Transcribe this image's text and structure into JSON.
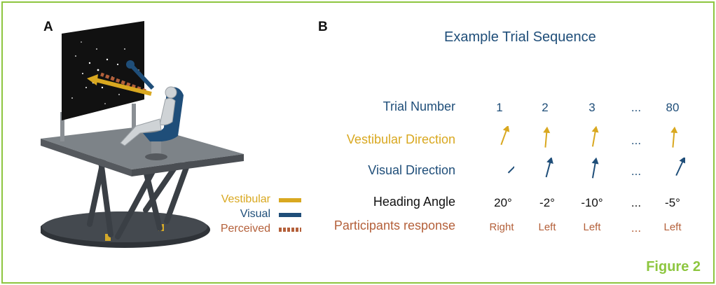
{
  "panels": {
    "a": "A",
    "b": "B"
  },
  "legend": [
    {
      "label": "Vestibular",
      "color": "#d9a820",
      "style": "solid"
    },
    {
      "label": "Visual",
      "color": "#1f4e79",
      "style": "solid"
    },
    {
      "label": "Perceived",
      "color": "#b4603a",
      "style": "dashed"
    }
  ],
  "sequence": {
    "title": "Example Trial Sequence",
    "row_labels": {
      "trial": "Trial Number",
      "vestibular": "Vestibular Direction",
      "visual": "Visual Direction",
      "heading": "Heading Angle",
      "response": "Participants response"
    },
    "row_colors": {
      "trial": "#1f4e79",
      "vestibular": "#d9a820",
      "visual": "#1f4e79",
      "heading": "#111111",
      "response": "#b4603a"
    },
    "trials": [
      "1",
      "2",
      "3",
      "80"
    ],
    "headings": [
      "20°",
      "-2°",
      "-10°",
      "-5°"
    ],
    "responses": [
      "Right",
      "Left",
      "Left",
      "Left"
    ],
    "vestibular_angles_deg": [
      20,
      5,
      10,
      5
    ],
    "visual_angles_deg": [
      45,
      15,
      10,
      25
    ],
    "ellipsis": "..."
  },
  "figure_label": "Figure 2"
}
